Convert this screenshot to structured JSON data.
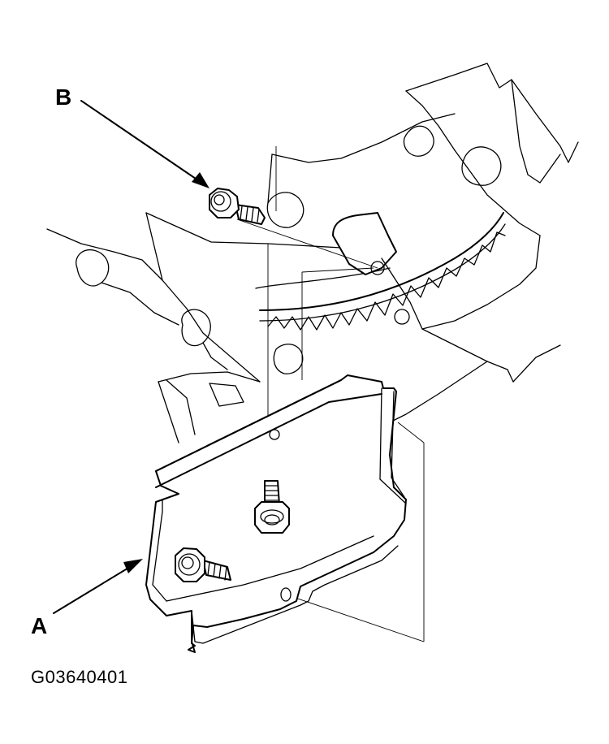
{
  "callouts": {
    "b": "B",
    "a": "A"
  },
  "figure_code": "G03640401"
}
